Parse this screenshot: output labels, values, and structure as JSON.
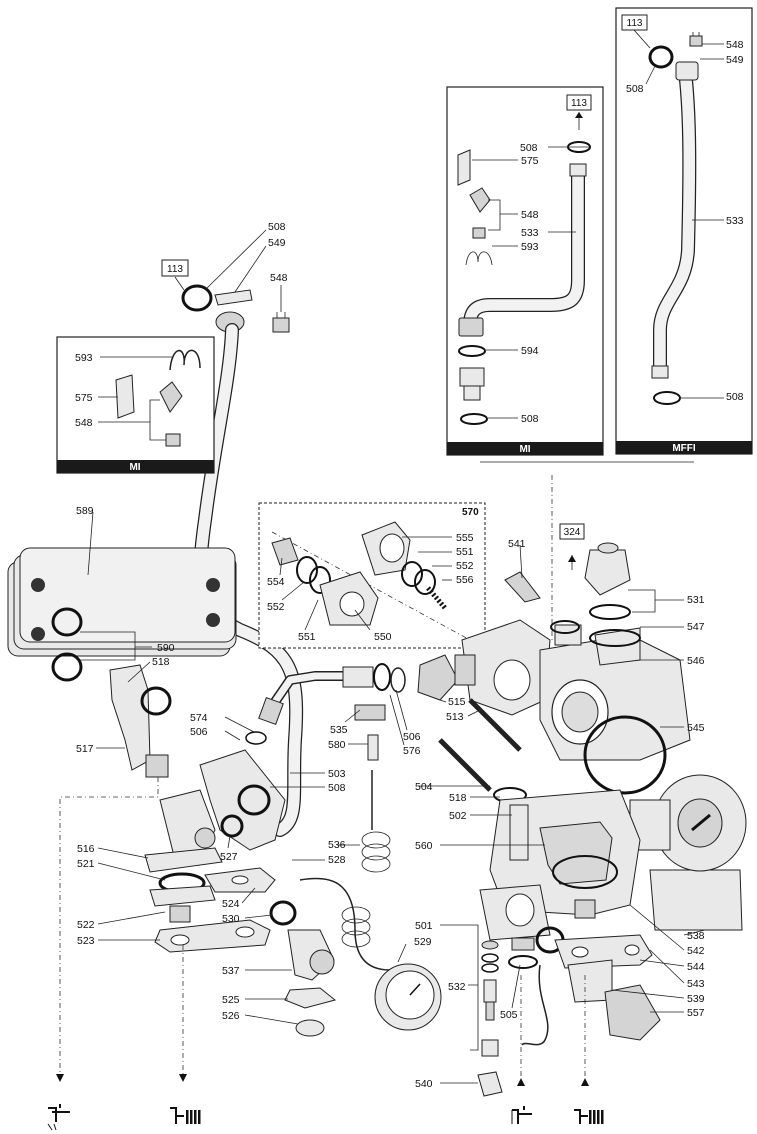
{
  "boxes": {
    "mi_left_title": "MI",
    "mi_right_title": "MI",
    "mffi_title": "MFFI",
    "kit_570_label": "570"
  },
  "refs": {
    "r113_a": "113",
    "r113_b": "113",
    "r113_c": "113",
    "r324": "324"
  },
  "labels": {
    "l508_a": "508",
    "l549_a": "549",
    "l548_a": "548",
    "l593_a": "593",
    "l575_a": "575",
    "l548_b": "548",
    "l589": "589",
    "l590": "590",
    "l518_a": "518",
    "l517": "517",
    "l574": "574",
    "l506_a": "506",
    "l503": "503",
    "l508_b": "508",
    "l516": "516",
    "l521": "521",
    "l527": "527",
    "l536": "536",
    "l528": "528",
    "l522": "522",
    "l523": "523",
    "l524": "524",
    "l530": "530",
    "l537": "537",
    "l529": "529",
    "l525": "525",
    "l526": "526",
    "l554": "554",
    "l552_a": "552",
    "l551_a": "551",
    "l550": "550",
    "l555": "555",
    "l551_b": "551",
    "l552_b": "552",
    "l556": "556",
    "l535": "535",
    "l580": "580",
    "l506_b": "506",
    "l576": "576",
    "l515": "515",
    "l513": "513",
    "l504": "504",
    "l518_b": "518",
    "l502": "502",
    "l560": "560",
    "l501": "501",
    "l532": "532",
    "l505": "505",
    "l540": "540",
    "l541": "541",
    "l531": "531",
    "l547": "547",
    "l546": "546",
    "l545": "545",
    "l538": "538",
    "l542": "542",
    "l544": "544",
    "l543": "543",
    "l539": "539",
    "l557": "557",
    "m508_a": "508",
    "m575": "575",
    "m548": "548",
    "m533": "533",
    "m593": "593",
    "m594": "594",
    "m508_b": "508",
    "f548": "548",
    "f549": "549",
    "f508_a": "508",
    "f533": "533",
    "f508_b": "508"
  },
  "icons": [
    "water-tap-icon",
    "heating-radiator-icon",
    "cold-water-inlet-icon",
    "heating-return-icon"
  ]
}
